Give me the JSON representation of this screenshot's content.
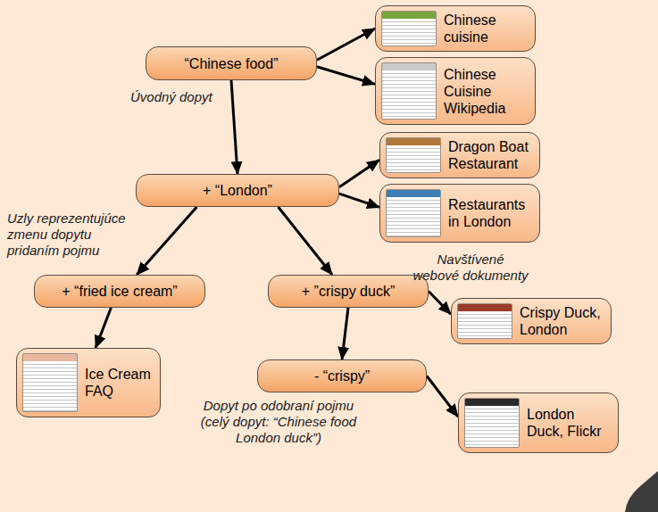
{
  "diagram": {
    "nodes": [
      {
        "text": [
          "“Chinese food”"
        ]
      },
      {
        "text": [
          "Chinese cuisine"
        ]
      },
      {
        "text": [
          "Chinese Cuisine Wikipedia"
        ]
      },
      {
        "text": [
          "+ “London”"
        ]
      },
      {
        "text": [
          "Dragon Boat Restaurant"
        ]
      },
      {
        "text": [
          "Restaurants in London"
        ]
      },
      {
        "text": [
          "+ “fried ice cream”"
        ]
      },
      {
        "text": [
          "+ ”crispy duck”"
        ]
      },
      {
        "text": [
          "Crispy Duck, London"
        ]
      },
      {
        "text": [
          "Ice Cream FAQ"
        ]
      },
      {
        "text": [
          "- “crispy”"
        ]
      },
      {
        "text": [
          "London Duck, Flickr"
        ]
      }
    ],
    "edges": [
      {
        "from": 0,
        "to": 1,
        "arrow": "to"
      },
      {
        "from": 0,
        "to": 2,
        "arrow": "to"
      },
      {
        "from": 0,
        "to": 3,
        "arrow": "to"
      },
      {
        "from": 3,
        "to": 4,
        "arrow": "to"
      },
      {
        "from": 3,
        "to": 5,
        "arrow": "to"
      },
      {
        "from": 3,
        "to": 6,
        "arrow": "to"
      },
      {
        "from": 3,
        "to": 7,
        "arrow": "to"
      },
      {
        "from": 7,
        "to": 8,
        "arrow": "to"
      },
      {
        "from": 6,
        "to": 9,
        "arrow": "to"
      },
      {
        "from": 7,
        "to": 10,
        "arrow": "to"
      },
      {
        "from": 10,
        "to": 11,
        "arrow": "to"
      }
    ],
    "labels": [
      "Úvodný dopyt",
      "Uzly reprezentujúce zmenu dopytu pridaním pojmu",
      "Navštívené webové dokumenty",
      "Dopyt po odobraní pojmu (celý dopyt: “Chinese food London duck”)"
    ]
  }
}
